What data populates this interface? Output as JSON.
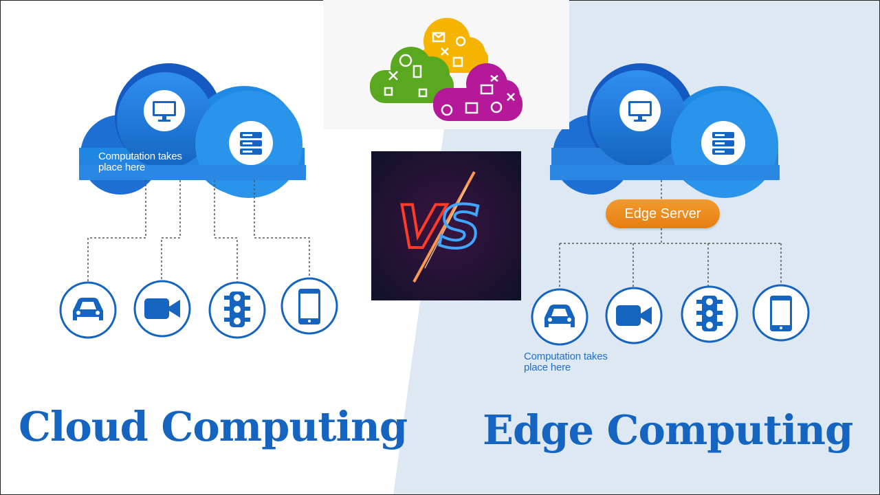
{
  "left": {
    "title": "Cloud Computing",
    "cloud_caption": "Computation takes place here",
    "devices": [
      "car-icon",
      "video-camera-icon",
      "traffic-light-icon",
      "phone-icon"
    ]
  },
  "right": {
    "title": "Edge Computing",
    "edge_server_label": "Edge Server",
    "device_caption": "Computation takes place here",
    "devices": [
      "car-icon",
      "video-camera-icon",
      "traffic-light-icon",
      "phone-icon"
    ]
  },
  "center": {
    "vs_text": "VS",
    "app_cloud_colors": [
      "#f4b400",
      "#5aa820",
      "#b5199a"
    ]
  },
  "colors": {
    "accent_blue": "#1565c0",
    "edge_orange": "#ee8a1c",
    "right_bg": "#dde8f2"
  }
}
